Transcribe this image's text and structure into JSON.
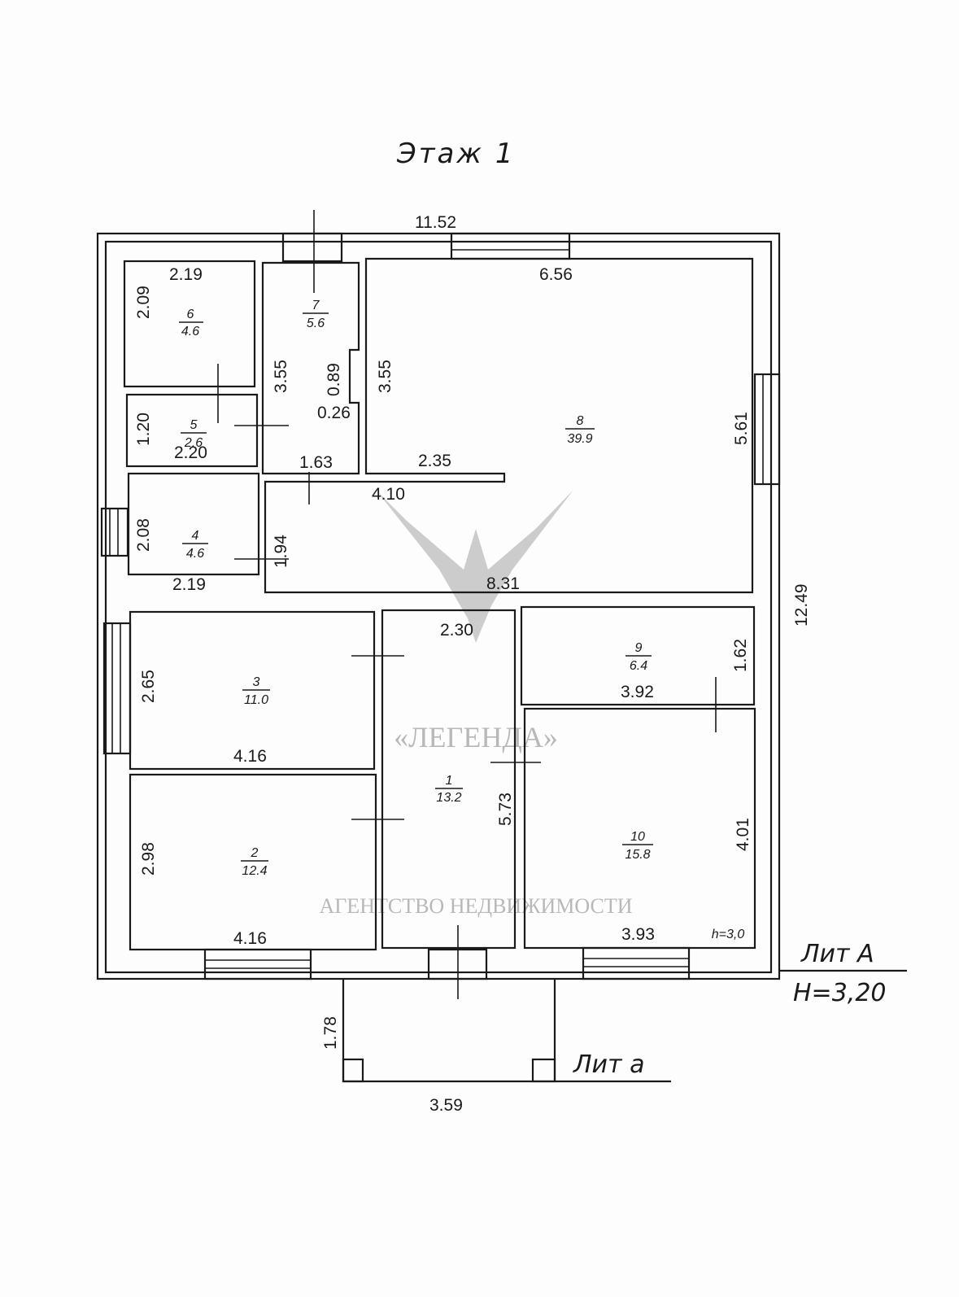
{
  "title": "Этаж 1",
  "lit_main": "Лит А",
  "lit_main_height": "Н=3,20",
  "lit_porch": "Лит а",
  "ceiling_note": "h=3,0",
  "watermark": {
    "name": "«ЛЕГЕНДА»",
    "subtitle": "АГЕНТСТВО НЕДВИЖИМОСТИ"
  },
  "rooms": [
    {
      "number": "1",
      "area": "13.2"
    },
    {
      "number": "2",
      "area": "12.4"
    },
    {
      "number": "3",
      "area": "11.0"
    },
    {
      "number": "4",
      "area": "4.6"
    },
    {
      "number": "5",
      "area": "2.6"
    },
    {
      "number": "6",
      "area": "4.6"
    },
    {
      "number": "7",
      "area": "5.6"
    },
    {
      "number": "8",
      "area": "39.9"
    },
    {
      "number": "9",
      "area": "6.4"
    },
    {
      "number": "10",
      "area": "15.8"
    }
  ],
  "dimensions": {
    "overall_width": "11.52",
    "overall_height": "12.49",
    "r6_w": "2.19",
    "r6_h": "2.09",
    "r5_w": "2.20",
    "r5_h": "1.20",
    "r4_w": "2.19",
    "r4_h": "2.08",
    "r7_h": "3.55",
    "r7_notch": "0.89",
    "r7_notch_depth": "0.26",
    "r7_w": "1.63",
    "r8_top": "6.56",
    "r8_left": "3.55",
    "r8_right": "5.61",
    "r8_partition": "2.35",
    "r8_corridor": "4.10",
    "r8_corridor_h": "1.94",
    "r8_bottom": "8.31",
    "r3_w": "4.16",
    "r3_h": "2.65",
    "r2_w": "4.16",
    "r2_h": "2.98",
    "r1_w": "2.30",
    "r1_h": "5.73",
    "r9_w": "3.92",
    "r9_h": "1.62",
    "r10_w": "3.93",
    "r10_h": "4.01",
    "porch_h": "1.78",
    "porch_w": "3.59"
  }
}
